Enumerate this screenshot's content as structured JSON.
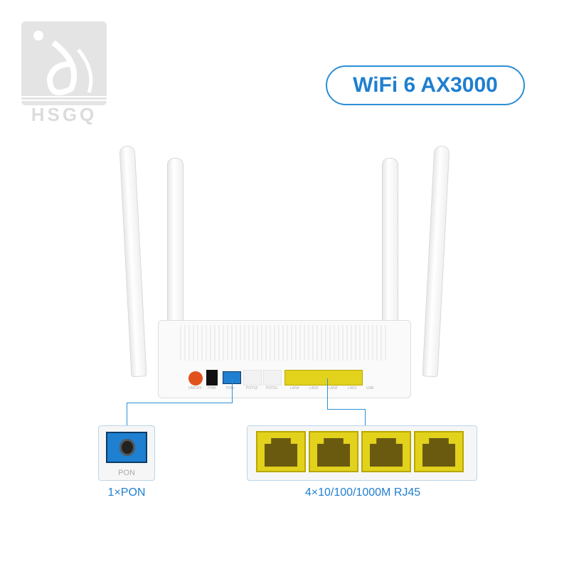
{
  "brand": {
    "logo_text": "HSGQ"
  },
  "badge": {
    "label": "WiFi 6 AX3000"
  },
  "router": {
    "ports": [
      "ON/OFF",
      "PWR",
      "PON",
      "POTS2",
      "POTS1",
      "LAN4",
      "LAN3",
      "LAN2",
      "LAN1",
      "USB"
    ]
  },
  "callouts": {
    "pon_box_label": "PON",
    "pon_caption": "1×PON",
    "lan_caption": "4×10/100/1000M RJ45"
  },
  "colors": {
    "accent": "#2b8fd6",
    "lan_port": "#e2d21c",
    "pon_port": "#1f7fd0"
  }
}
